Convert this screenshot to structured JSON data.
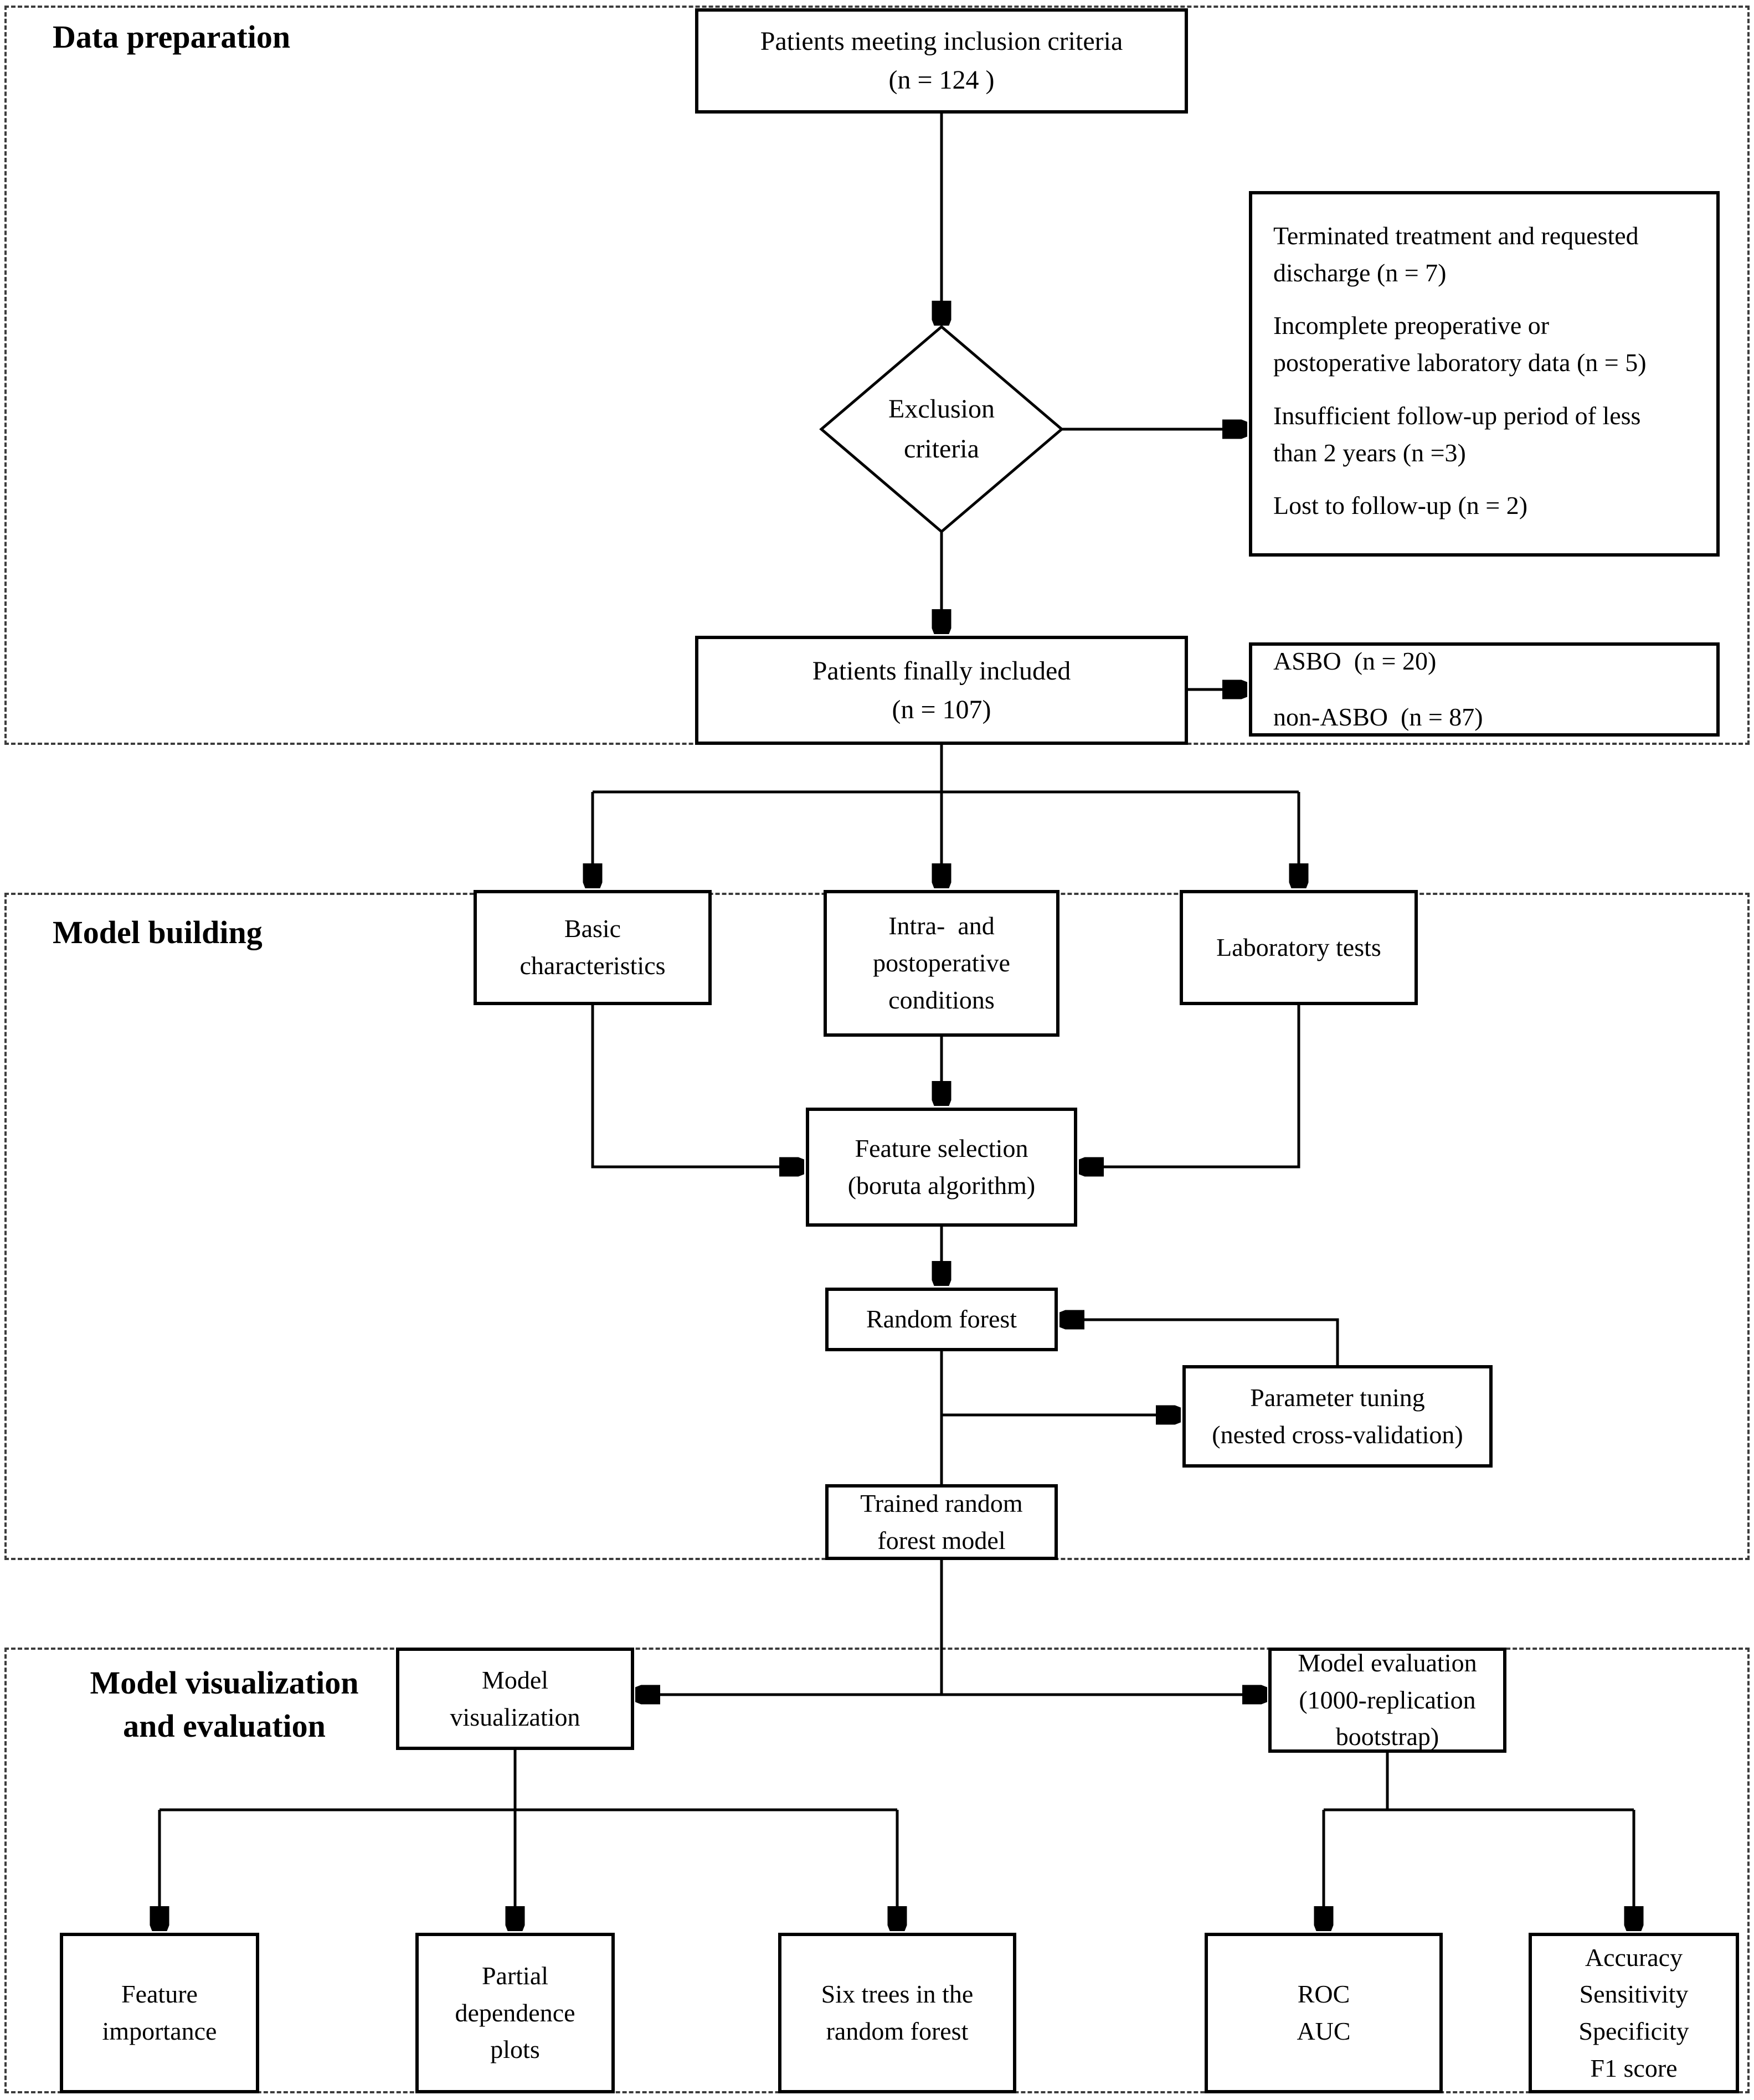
{
  "sections": {
    "data_preparation": {
      "label": "Data preparation"
    },
    "model_building": {
      "label": "Model building"
    },
    "model_visualization_evaluation": {
      "label": "Model visualization\nand evaluation"
    }
  },
  "nodes": {
    "inclusion": {
      "text": "Patients meeting inclusion criteria\n(n = 124 )"
    },
    "exclusion_decision": {
      "text": "Exclusion\ncriteria"
    },
    "exclusion_reasons": {
      "items": [
        "Terminated treatment and requested\ndischarge (n = 7)",
        "Incomplete preoperative or\npostoperative laboratory data (n = 5)",
        "Insufficient follow-up period of less\nthan 2 years (n =3)",
        "Lost to follow-up (n = 2)"
      ]
    },
    "included": {
      "text": "Patients finally included\n(n = 107)"
    },
    "asbo_split": {
      "line1": "ASBO  (n = 20)",
      "line2": "non-ASBO  (n = 87)"
    },
    "basic_characteristics": {
      "text": "Basic\ncharacteristics"
    },
    "intra_postoperative": {
      "text": "Intra-  and\npostoperative\nconditions"
    },
    "laboratory_tests": {
      "text": "Laboratory tests"
    },
    "feature_selection": {
      "text": "Feature selection\n(boruta algorithm)"
    },
    "random_forest": {
      "text": "Random forest"
    },
    "parameter_tuning": {
      "text": "Parameter tuning\n(nested cross-validation)"
    },
    "trained_model": {
      "text": "Trained random\nforest model"
    },
    "model_visualization": {
      "text": "Model\nvisualization"
    },
    "model_evaluation": {
      "text": "Model evaluation\n(1000-replication\nbootstrap)"
    },
    "feature_importance": {
      "text": "Feature\nimportance"
    },
    "partial_dependence": {
      "text": "Partial\ndependence\nplots"
    },
    "six_trees": {
      "text": "Six trees in the\nrandom forest"
    },
    "roc_auc": {
      "text": "ROC\nAUC"
    },
    "metrics": {
      "text": "Accuracy\nSensitivity\nSpecificity\nF1 score"
    }
  },
  "colors": {
    "line": "#000000",
    "background": "#ffffff",
    "dashed_border": "#3c3c3c"
  }
}
